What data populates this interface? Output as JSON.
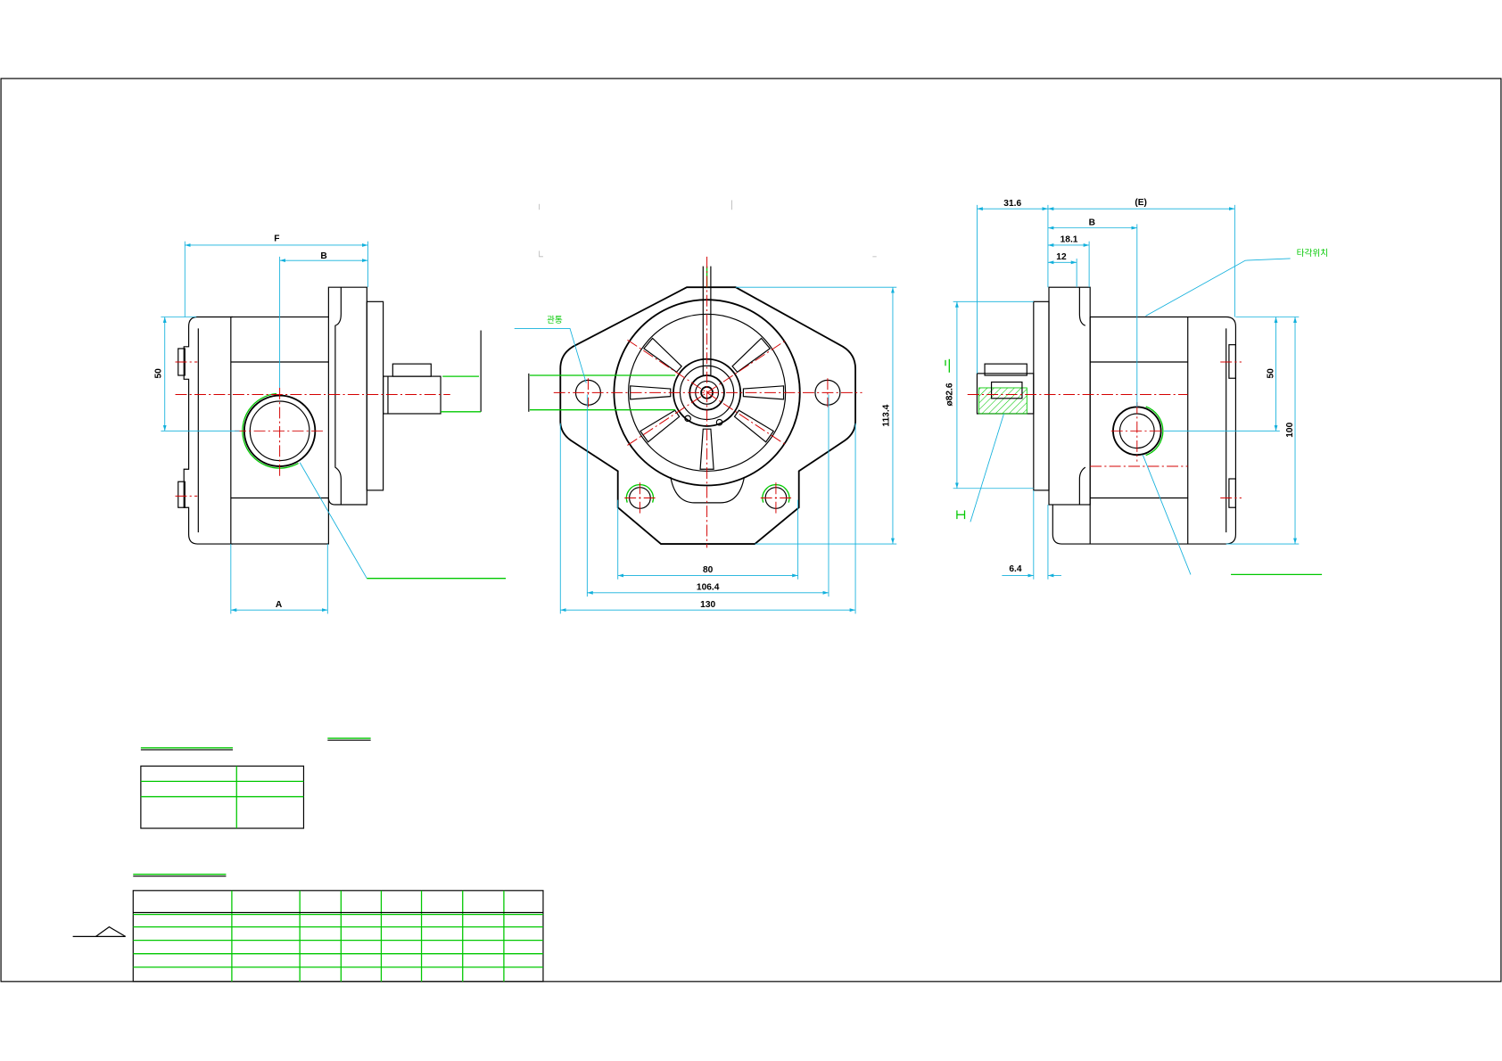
{
  "colors": {
    "outline": "#000000",
    "centerline": "#d40000",
    "dimension": "#12b0dc",
    "annotation": "#00c800",
    "faint": "#b8b8b8"
  },
  "left_view": {
    "dim_overall": "F",
    "dim_port": "B",
    "dim_height": "50",
    "dim_port_offset": "A"
  },
  "front_view": {
    "dim_height": "113.4",
    "dim_bolt_spacing": "80",
    "dim_hole_spacing": "106.4",
    "dim_width": "130",
    "note_through": "관통"
  },
  "right_view": {
    "dim_flange": "31.6",
    "dim_body": "(E)",
    "dim_port": "B",
    "dim_pilot": "18.1",
    "dim_plate": "12",
    "dim_pilot_diameter": "ø82.6",
    "dim_port_height": "50",
    "dim_height": "100",
    "dim_plate_thickness": "6.4",
    "note_marking_position": "타각위치"
  }
}
